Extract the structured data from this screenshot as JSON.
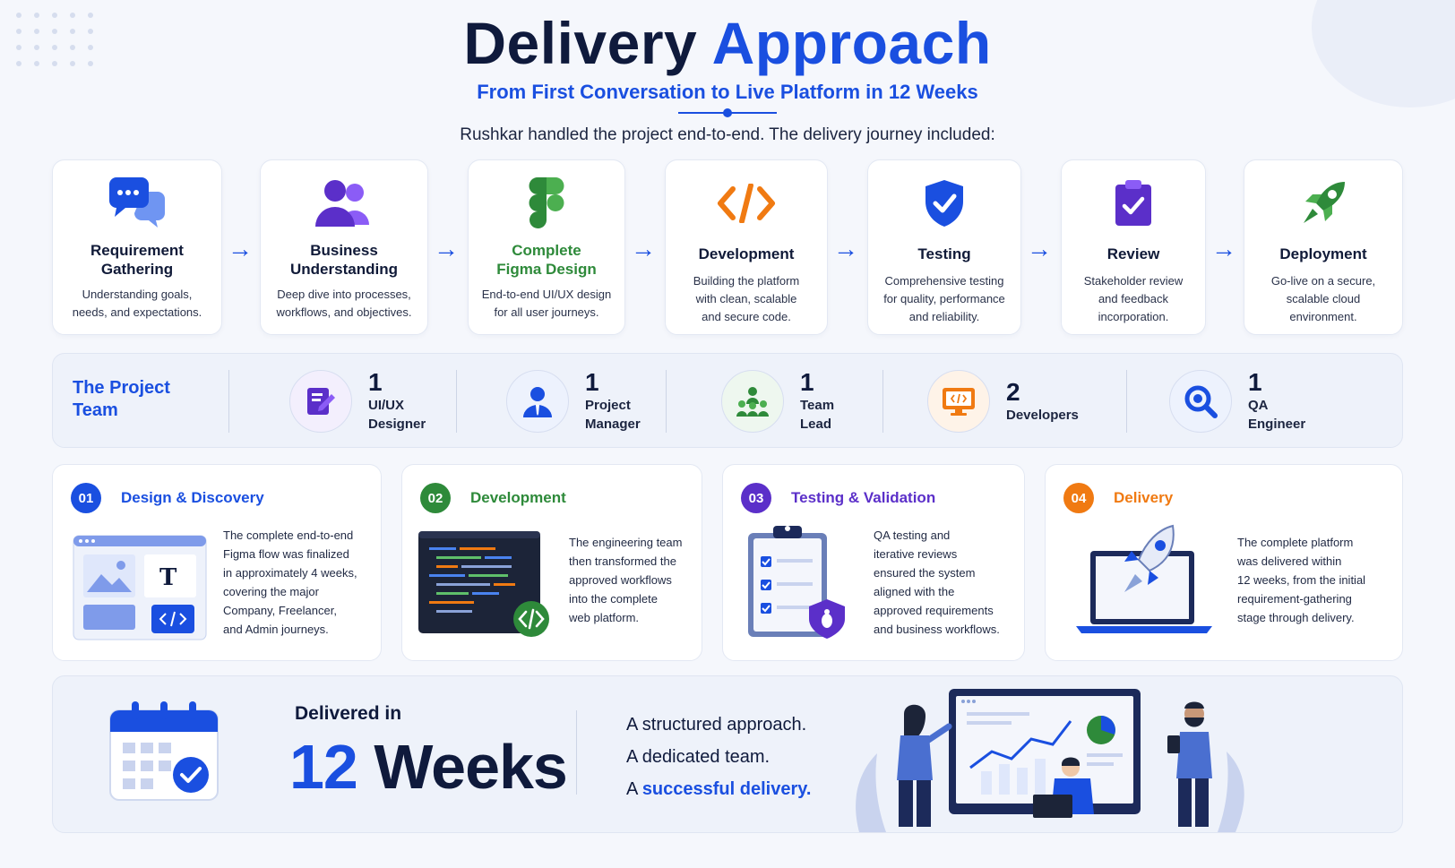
{
  "header": {
    "title_main": "Delivery",
    "title_accent": "Approach",
    "subtitle": "From First Conversation to Live Platform in 12 Weeks",
    "intro": "Rushkar handled the project end-to-end. The delivery journey included:"
  },
  "steps": [
    {
      "title_line1": "Requirement",
      "title_line2": "Gathering",
      "desc_line1": "Understanding goals,",
      "desc_line2": "needs, and expectations.",
      "desc_line3": "",
      "icon": "chat-bubbles-icon"
    },
    {
      "title_line1": "Business",
      "title_line2": "Understanding",
      "desc_line1": "Deep dive into processes,",
      "desc_line2": "workflows, and objectives.",
      "desc_line3": "",
      "icon": "users-icon"
    },
    {
      "title_line1": "Complete",
      "title_line2": "Figma Design",
      "desc_line1": "End-to-end UI/UX design",
      "desc_line2": "for all user journeys.",
      "desc_line3": "",
      "icon": "figma-icon"
    },
    {
      "title_line1": "Development",
      "title_line2": "",
      "desc_line1": "Building the platform",
      "desc_line2": "with clean, scalable",
      "desc_line3": "and secure code.",
      "icon": "code-icon"
    },
    {
      "title_line1": "Testing",
      "title_line2": "",
      "desc_line1": "Comprehensive testing",
      "desc_line2": "for quality, performance",
      "desc_line3": "and reliability.",
      "icon": "shield-check-icon"
    },
    {
      "title_line1": "Review",
      "title_line2": "",
      "desc_line1": "Stakeholder review",
      "desc_line2": "and feedback",
      "desc_line3": "incorporation.",
      "icon": "clipboard-check-icon"
    },
    {
      "title_line1": "Deployment",
      "title_line2": "",
      "desc_line1": "Go-live on a secure,",
      "desc_line2": "scalable cloud",
      "desc_line3": "environment.",
      "icon": "rocket-icon"
    }
  ],
  "arrow_glyph": "→",
  "team": {
    "title_line1": "The Project",
    "title_line2": "Team",
    "members": [
      {
        "count": "1",
        "role_line1": "UI/UX",
        "role_line2": "Designer"
      },
      {
        "count": "1",
        "role_line1": "Project",
        "role_line2": "Manager"
      },
      {
        "count": "1",
        "role_line1": "Team",
        "role_line2": "Lead"
      },
      {
        "count": "2",
        "role_line1": "Developers",
        "role_line2": ""
      },
      {
        "count": "1",
        "role_line1": "QA",
        "role_line2": "Engineer"
      }
    ]
  },
  "phases": [
    {
      "num": "01",
      "title": "Design & Discovery",
      "color": "#1a4fe0",
      "lines": [
        "The complete end-to-end",
        "Figma flow was finalized",
        "in approximately 4 weeks,",
        "covering the major",
        "Company, Freelancer,",
        "and Admin journeys."
      ]
    },
    {
      "num": "02",
      "title": "Development",
      "color": "#2e8a3a",
      "lines": [
        "The engineering team",
        "then transformed the",
        "approved workflows",
        "into the complete",
        "web platform."
      ]
    },
    {
      "num": "03",
      "title": "Testing & Validation",
      "color": "#5b2fc9",
      "lines": [
        "QA testing and",
        "iterative reviews",
        "ensured the system",
        "aligned with the",
        "approved requirements",
        "and business workflows."
      ]
    },
    {
      "num": "04",
      "title": "Delivery",
      "color": "#f07a12",
      "lines": [
        "The complete platform",
        "was delivered within",
        "12 weeks, from the initial",
        "requirement-gathering",
        "stage through delivery."
      ]
    }
  ],
  "bottom": {
    "label": "Delivered in",
    "big_number": "12",
    "big_unit": "Weeks",
    "tagline1": "A structured approach.",
    "tagline2": "A dedicated team.",
    "tagline3_prefix": "A",
    "tagline3_accent": "successful delivery."
  },
  "colors": {
    "accent": "#1a4fe0",
    "green": "#2e8a3a",
    "purple": "#5b2fc9",
    "orange": "#f07a12"
  }
}
